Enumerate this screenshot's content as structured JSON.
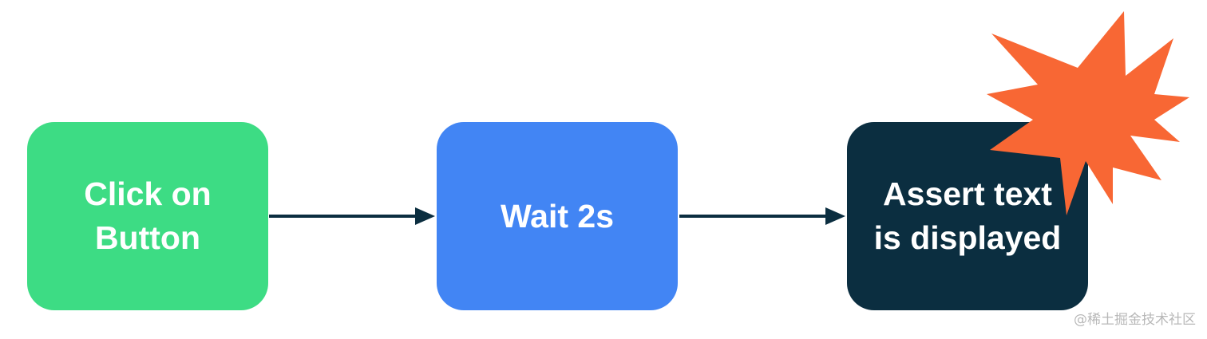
{
  "steps": [
    {
      "label": "Click on\nButton",
      "color": "#3ddc84"
    },
    {
      "label": "Wait 2s",
      "color": "#4285f4"
    },
    {
      "label": "Assert text\nis displayed",
      "color": "#0b2e40"
    }
  ],
  "connector_color": "#0b2e40",
  "burst": {
    "icon": "explosion-burst-icon",
    "color": "#f86734"
  },
  "watermark": "@稀土掘金技术社区"
}
